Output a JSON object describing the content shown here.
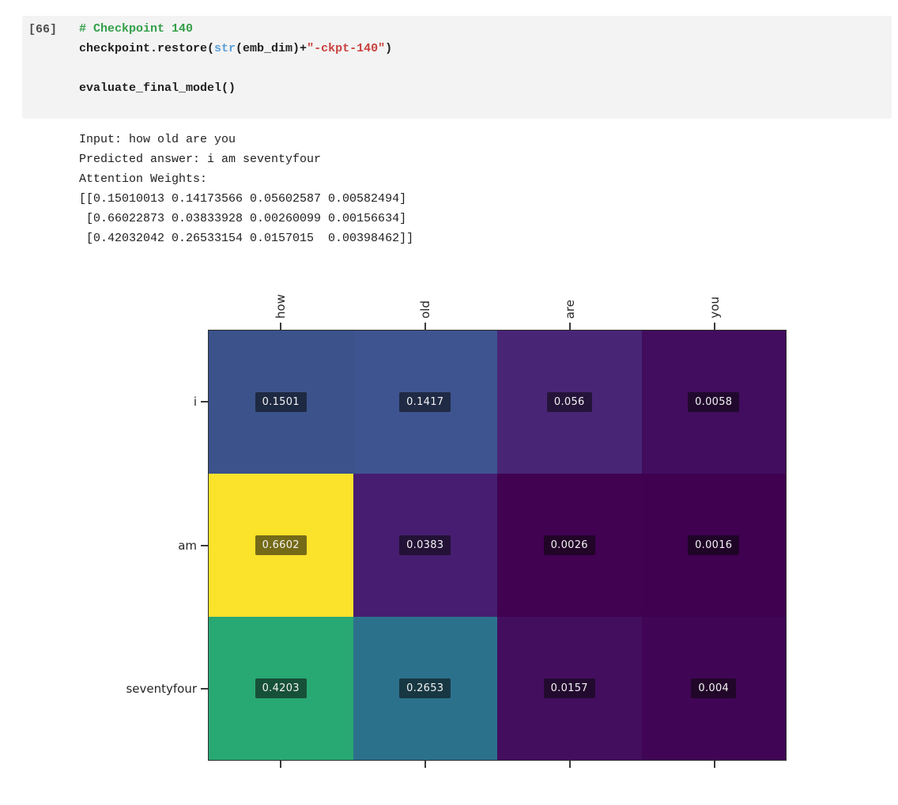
{
  "notebook": {
    "execution_count": "[66]",
    "code": {
      "line1_comment": "# Checkpoint 140",
      "line2_t0": "checkpoint.restore(",
      "line2_t1": "str",
      "line2_t2": "(emb_dim)+",
      "line2_t3": "\"-ckpt-140\"",
      "line2_t4": ")",
      "line4": "evaluate_final_model()"
    },
    "output": {
      "line1": "Input: how old are you",
      "line2": "Predicted answer: i am seventyfour",
      "line3": "Attention Weights:",
      "line4": "[[0.15010013 0.14173566 0.05602587 0.00582494]",
      "line5": " [0.66022873 0.03833928 0.00260099 0.00156634]",
      "line6": " [0.42032042 0.26533154 0.0157015  0.00398462]]"
    }
  },
  "chart_data": {
    "type": "heatmap",
    "title": "",
    "x_labels": [
      "how",
      "old",
      "are",
      "you"
    ],
    "y_labels": [
      "i",
      "am",
      "seventyfour"
    ],
    "values": [
      [
        0.15010013,
        0.14173566,
        0.05602587,
        0.00582494
      ],
      [
        0.66022873,
        0.03833928,
        0.00260099,
        0.00156634
      ],
      [
        0.42032042,
        0.26533154,
        0.0157015,
        0.00398462
      ]
    ],
    "value_labels": [
      [
        "0.1501",
        "0.1417",
        "0.056",
        "0.0058"
      ],
      [
        "0.6602",
        "0.0383",
        "0.0026",
        "0.0016"
      ],
      [
        "0.4203",
        "0.2653",
        "0.0157",
        "0.004"
      ]
    ],
    "cell_colors": [
      [
        "#3b528b",
        "#3e5490",
        "#492576",
        "#420d5e"
      ],
      [
        "#fbe22b",
        "#461d70",
        "#400251",
        "#3f0150"
      ],
      [
        "#28a873",
        "#2c718c",
        "#440e5f",
        "#400655"
      ]
    ],
    "colormap": "viridis",
    "vmin": 0.00156634,
    "vmax": 0.66022873,
    "legend": "none",
    "grid": false
  },
  "colors": {
    "cell_background": "#f3f3f3",
    "comment_green": "#34a04a",
    "builtin_blue": "#5aa0d8",
    "string_red": "#c9413d",
    "viridis_max_yellow": "#fbe22b",
    "viridis_min_purple": "#3f0150"
  }
}
